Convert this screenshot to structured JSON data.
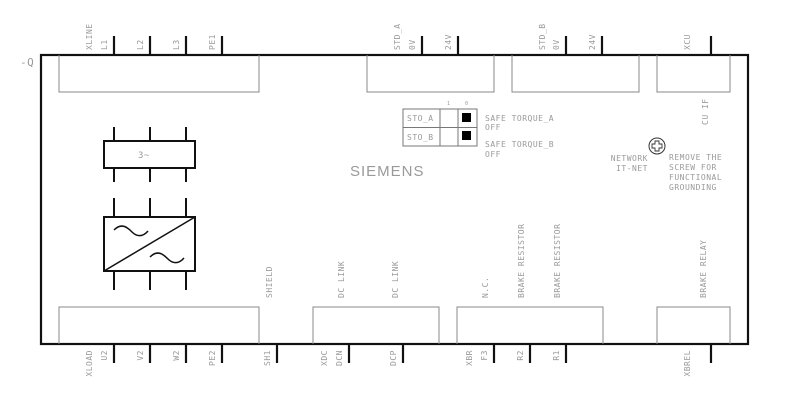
{
  "device_tag": "-Q",
  "brand": "SIEMENS",
  "top_connectors": {
    "xline": {
      "name": "XLINE",
      "pins": [
        "L1",
        "L2",
        "L3",
        "PE1"
      ]
    },
    "std_a": {
      "name": "STD_A",
      "pins": [
        "0V",
        "24V"
      ]
    },
    "std_b": {
      "name": "STD_B",
      "pins": [
        "0V",
        "24V"
      ]
    },
    "xcu": {
      "name": "XCU"
    }
  },
  "cu_if": "CU IF",
  "sto_switch": {
    "col_1": "1",
    "col_0": "0",
    "rows": [
      "STO_A",
      "STO_B"
    ],
    "captions": [
      [
        "SAFE TORQUE_A",
        "OFF"
      ],
      [
        "SAFE TORQUE_B",
        "OFF"
      ]
    ]
  },
  "network": [
    "NETWORK",
    "IT-NET"
  ],
  "screw_note": [
    "REMOVE THE",
    "SCREW FOR",
    "FUNCTIONAL",
    "GROUNDING"
  ],
  "mains_symbol": "3~",
  "terminal_labels": {
    "shield": "SHIELD",
    "dc_link_1": "DC LINK",
    "dc_link_2": "DC LINK",
    "nc": "N.C.",
    "brake_resistor_1": "BRAKE RESISTOR",
    "brake_resistor_2": "BRAKE RESISTOR",
    "brake_relay": "BRAKE RELAY"
  },
  "bottom_connectors": {
    "xload": {
      "name": "XLOAD",
      "pins": [
        "U2",
        "V2",
        "W2",
        "PE2"
      ]
    },
    "sh": "SH1",
    "xdc": {
      "name": "XDC",
      "pins": [
        "DCN",
        "DCP"
      ]
    },
    "xbr": {
      "name": "XBR",
      "pins": [
        "F3",
        "R2",
        "R1"
      ]
    },
    "xbrel": {
      "name": "XBREL"
    }
  }
}
